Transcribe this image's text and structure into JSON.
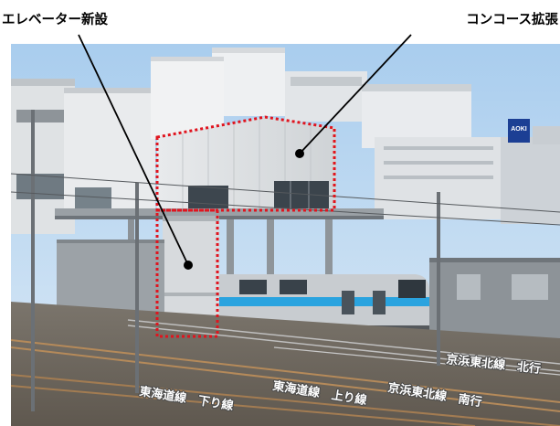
{
  "annotations": {
    "elevator": "エレベーター新設",
    "concourse": "コンコース拡張"
  },
  "tracks": {
    "tokaido_down": "東海道線　下り線",
    "tokaido_up": "東海道線　上り線",
    "keihin_south": "京浜東北線　南行",
    "keihin_north": "京浜東北線　北行"
  },
  "sign": {
    "brand": "AOKI"
  },
  "colors": {
    "highlight": "#e0141e",
    "sky": "#bcd9f2",
    "train_stripe": "#2aa3df",
    "sign_bg": "#1c3f94"
  }
}
